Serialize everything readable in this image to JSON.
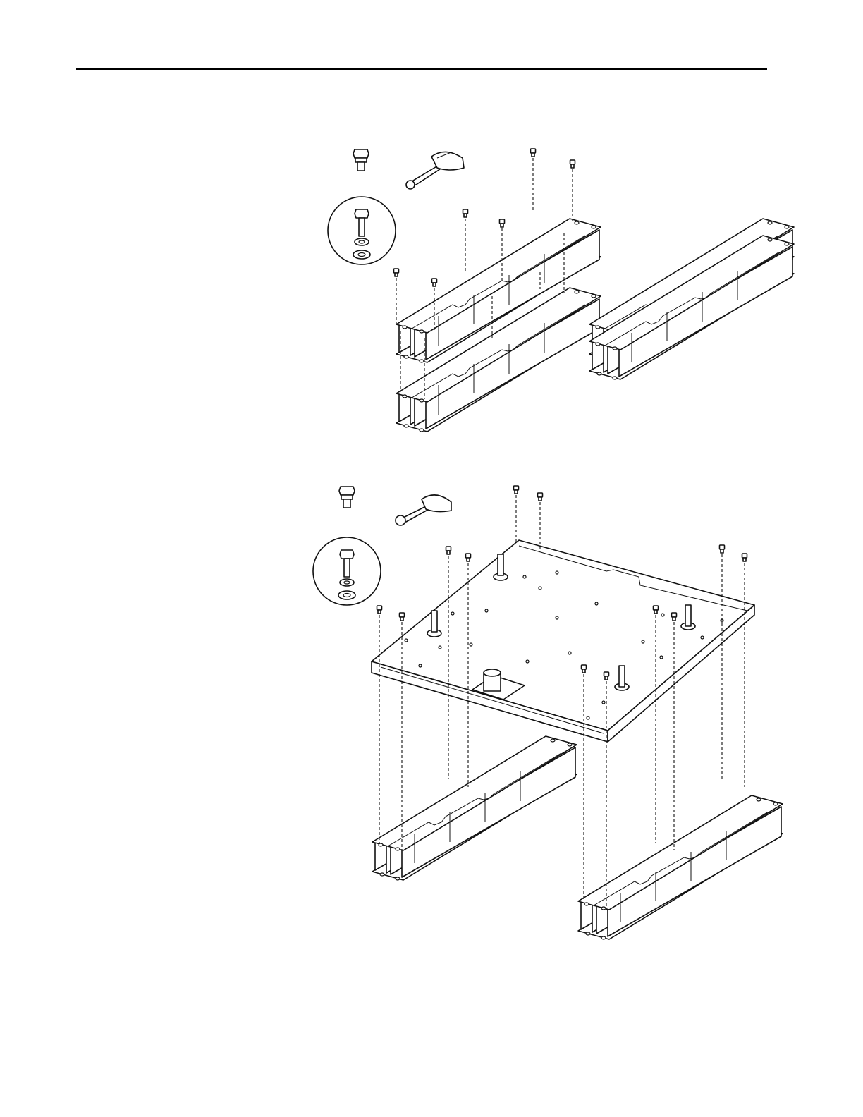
{
  "page": {
    "has_top_rule": true,
    "figures": [
      {
        "name": "figure-1",
        "subject": "base-channel-rails-bolting"
      },
      {
        "name": "figure-2",
        "subject": "base-plate-on-rails-bolting"
      }
    ]
  },
  "icons": {
    "bolt": "bolt-icon",
    "wrench": "wrench-hand-icon",
    "hardware_detail": "bolt-washer-detail-icon"
  },
  "colors": {
    "ink": "#111111",
    "paper": "#ffffff"
  }
}
